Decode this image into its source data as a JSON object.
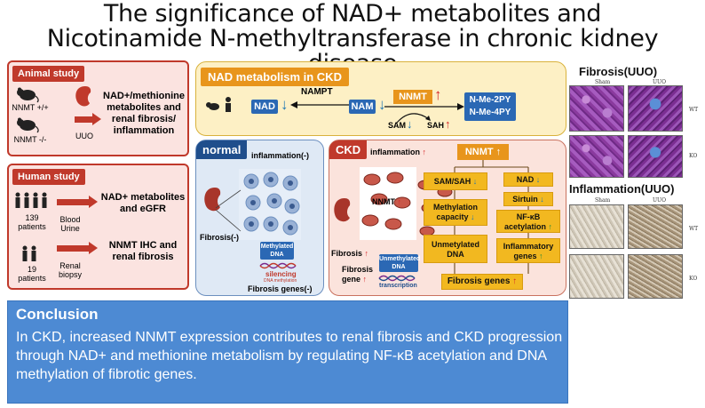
{
  "title": {
    "line1": "The significance of NAD+ metabolites and",
    "line2": "Nicotinamide N-methyltransferase in chronic kidney disease"
  },
  "animal_study": {
    "tag": "Animal study",
    "genotype_1": "NNMT +/+",
    "genotype_2": "NNMT -/-",
    "model": "UUO",
    "outcome": "NAD+/methionine metabolites and renal fibrosis/ inflammation"
  },
  "human_study": {
    "tag": "Human study",
    "cohort1_count": "139 patients",
    "cohort1_samples": "Blood Urine",
    "cohort1_outcome": "NAD+ metabolites and eGFR",
    "cohort2_count": "19 patients",
    "cohort2_samples": "Renal biopsy",
    "cohort2_outcome": "NNMT IHC and renal fibrosis"
  },
  "nad_panel": {
    "tag": "NAD metabolism in CKD",
    "nad": "NAD",
    "nampt": "NAMPT",
    "nam": "NAM",
    "nnmt": "NNMT",
    "sam": "SAM",
    "sah": "SAH",
    "products": "N-Me-2PY N-Me-4PY",
    "up": "↑",
    "down": "↓"
  },
  "normal_panel": {
    "tag": "normal",
    "inflammation": "inflammation(-)",
    "fibrosis": "Fibrosis(-)",
    "methylated_dna": "Methylated DNA",
    "silencing": "silencing",
    "dna_methylation": "DNA methylation",
    "fibrosis_genes": "Fibrosis genes(-)"
  },
  "ckd_panel": {
    "tag": "CKD",
    "inflammation": "inflammation",
    "nnmt": "NNMT",
    "nnmt_cells": "NNMT",
    "fibrosis": "Fibrosis",
    "fibrosis_gene": "Fibrosis gene",
    "unmethylated_dna_label": "Unmethylated DNA",
    "transcription": "transcription",
    "sam_sah": "SAM/SAH",
    "methylation_capacity": "Methylation capacity",
    "unmethylated_dna": "Unmetylated DNA",
    "nad": "NAD",
    "sirtuin": "Sirtuin",
    "nfkb": "NF-κB acetylation",
    "inflammatory_genes": "Inflammatory genes",
    "fibrosis_genes": "Fibrosis genes"
  },
  "conclusion": {
    "title": "Conclusion",
    "body": "In CKD, increased NNMT expression contributes to renal fibrosis and CKD progression through NAD+ and methionine metabolism by regulating NF-κB acetylation and DNA methylation of fibrotic genes."
  },
  "histology": {
    "fibrosis_title": "Fibrosis(UUO)",
    "inflammation_title": "Inflammation(UUO)",
    "sham": "Sham",
    "uuo": "UUO",
    "wt": "WT",
    "ko": "KO"
  },
  "colors": {
    "red": "#c0392b",
    "orange": "#e8951c",
    "blue": "#2b68b4",
    "conclusion_bg": "#4d8ad3"
  }
}
